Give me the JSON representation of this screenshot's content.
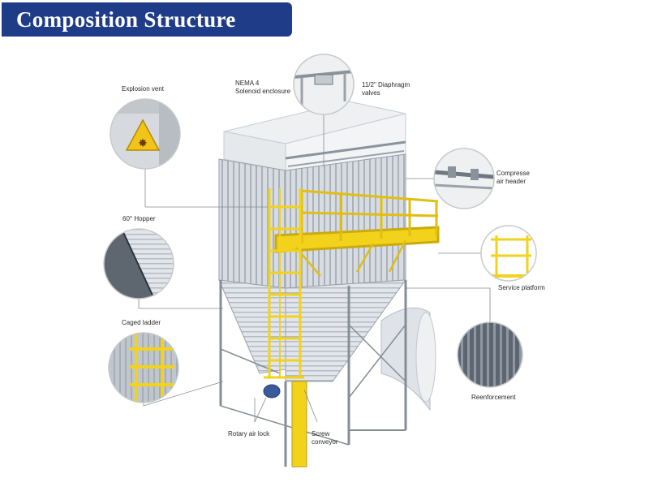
{
  "header": {
    "title": "Composition Structure"
  },
  "labels": {
    "explosion_vent": "Explosion vent",
    "nema_line1": "NEMA 4",
    "nema_line2": "Solenoid enclosure",
    "diaphragm_line1": "11/2\" Diaphragm",
    "diaphragm_line2": "valves",
    "compress_line1": "Compresse",
    "compress_line2": "air header",
    "hopper": "60° Hopper",
    "service_platform": "Service platform",
    "caged_ladder": "Caged ladder",
    "reenforcement": "Reenforcement",
    "rotary_air_lock": "Rotary air lock",
    "screw_line1": "Screw",
    "screw_line2": "conveyor"
  },
  "colors": {
    "title_bg": "#1f3c88",
    "title_text": "#ffffff",
    "steel_light": "#dfe3e8",
    "steel_mid": "#b9c0c8",
    "steel_dark": "#7d868f",
    "ladder_yellow": "#f2d21b",
    "warning_sign": "#f0c419"
  }
}
